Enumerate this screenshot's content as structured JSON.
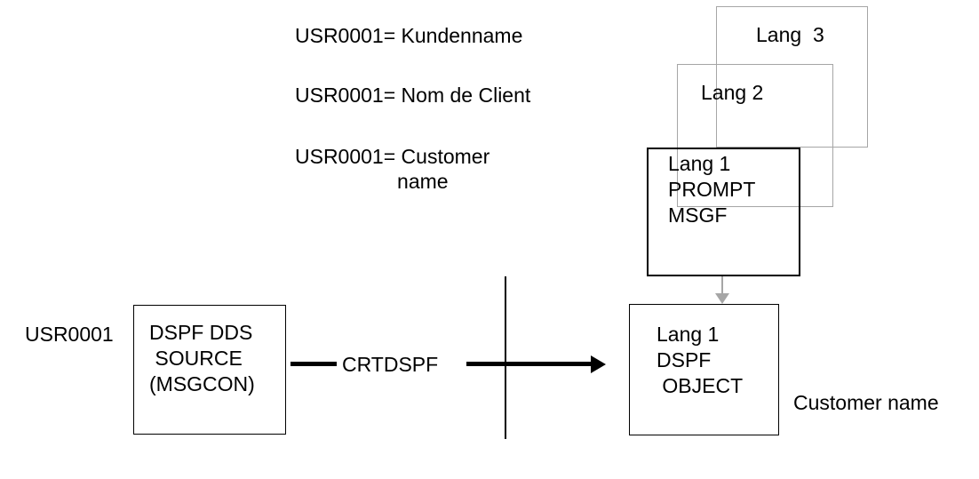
{
  "diagram": {
    "title": "DSPF message constant multilingual prompt flow",
    "colors": {
      "background": "#ffffff",
      "stroke_black": "#000000",
      "stroke_gray": "#A6A6A6"
    },
    "message_lines": [
      {
        "id": "line-german",
        "text": "USR0001= Kundenname"
      },
      {
        "id": "line-french",
        "text": "USR0001= Nom de Client"
      },
      {
        "id": "line-english",
        "text": "USR0001= Customer\n                  name"
      }
    ],
    "stack": {
      "lang3": {
        "label": "Lang  3"
      },
      "lang2": {
        "label": "Lang 2"
      },
      "lang1": {
        "label": "Lang 1\nPROMPT\nMSGF"
      }
    },
    "source": {
      "side_label": "USR0001",
      "box_label": "DSPF DDS\n SOURCE\n(MSGCON)"
    },
    "command": {
      "label": "CRTDSPF"
    },
    "object": {
      "box_label": "Lang 1\nDSPF\n OBJECT",
      "side_label": "Customer name"
    }
  }
}
